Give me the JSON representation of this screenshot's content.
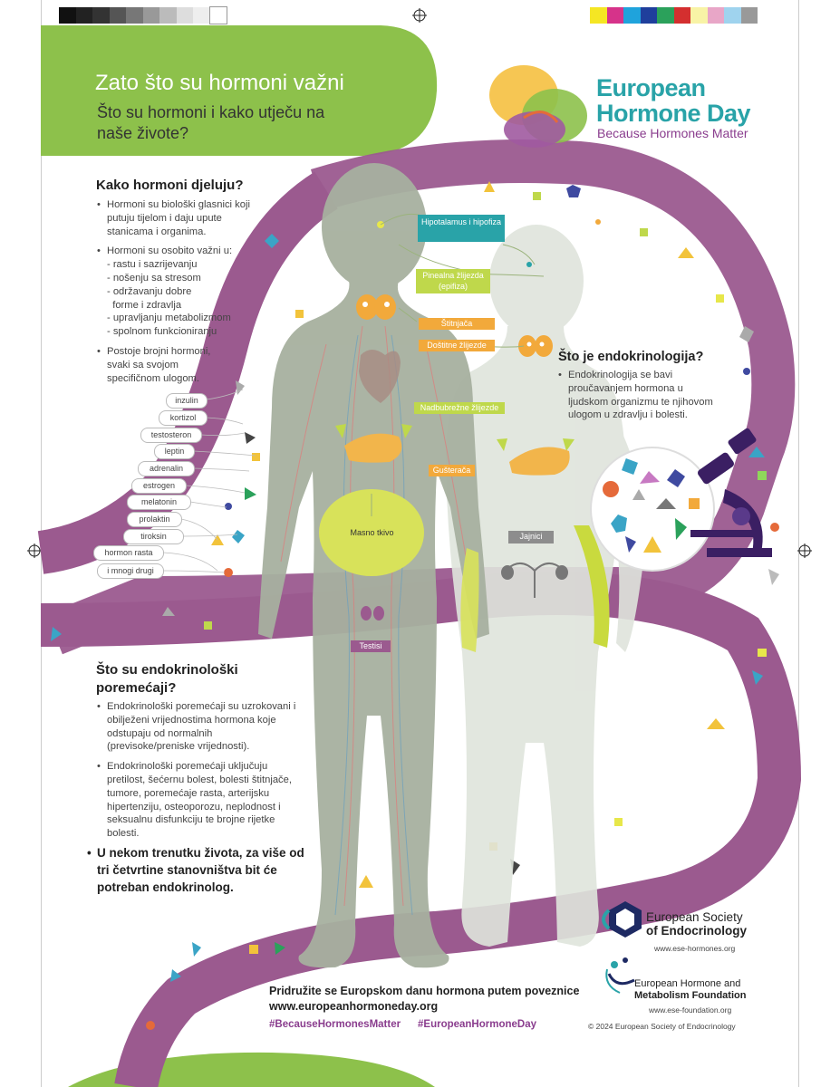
{
  "header": {
    "title": "Zato što su hormoni važni",
    "subtitle": "Što su hormoni i kako utječu na naše živote?"
  },
  "brand": {
    "name_line1": "European",
    "name_line2": "Hormone Day",
    "tagline": "Because Hormones Matter"
  },
  "how_hormones_work": {
    "heading": "Kako hormoni djeluju?",
    "bullet1": "Hormoni su biološki glasnici koji putuju tijelom i daju upute stanicama i organima.",
    "bullet2_intro": "Hormoni su osobito važni u:",
    "sub_items": [
      "- rastu i sazrijevanju",
      "- nošenju sa stresom",
      "- održavanju dobre",
      "  forme i zdravlja",
      "- upravljanju metabolizmom",
      "- spolnom funkcioniranju"
    ],
    "bullet3": "Postoje brojni hormoni, svaki sa svojom specifičnom ulogom."
  },
  "hormones_list": [
    "inzulin",
    "kortizol",
    "testosteron",
    "leptin",
    "adrenalin",
    "estrogen",
    "melatonin",
    "prolaktin",
    "tiroksin",
    "hormon rasta",
    "i mnogi drugi"
  ],
  "organs": {
    "hypothalamus": "Hipotalamus i hipofiza",
    "pineal": "Pinealna žlijezda (epifiza)",
    "thyroid": "Štitnjača",
    "parathyroid": "Doštitne žlijezde",
    "adrenal": "Nadbubrežne žlijezde",
    "pancreas": "Gušterača",
    "fat": "Masno tkivo",
    "ovaries": "Jajnici",
    "testes": "Testisi"
  },
  "endocrinology": {
    "heading": "Što je endokrinologija?",
    "text": "Endokrinologija se bavi proučavanjem hormona u ljudskom organizmu te njihovom ulogom u zdravlju i bolesti."
  },
  "disorders": {
    "heading_line1": "Što su endokrinološki",
    "heading_line2": "poremećaji?",
    "bullet1": "Endokrinološki poremećaji su uzrokovani i obilježeni vrijednostima hormona koje odstupaju od normalnih (previsoke/preniske vrijednosti).",
    "bullet2": "Endokrinološki poremećaji uključuju pretilost, šećernu bolest, bolesti štitnjače, tumore, poremećaje rasta, arterijsku hipertenziju, osteoporozu, neplodnost i seksualnu disfunkciju te brojne rijetke bolesti.",
    "note": "U nekom trenutku života, za više od tri četvrtine stanovništva bit će potreban endokrinolog."
  },
  "footer": {
    "join_text": "Pridružite se Europskom danu hormona putem poveznice",
    "website": "www.europeanhormoneday.org",
    "hashtag1": "#BecauseHormonesMatter",
    "hashtag2": "#EuropeanHormoneDay",
    "ese_line1": "European Society",
    "ese_line2": "of Endocrinology",
    "ese_url": "www.ese-hormones.org",
    "ehmf_line1": "European Hormone and",
    "ehmf_line2": "Metabolism Foundation",
    "ehmf_url": "www.ese-foundation.org",
    "copyright": "© 2024 European Society of Endocrinology"
  },
  "colors": {
    "green": "#8dc14b",
    "purple": "#9b5a8f",
    "teal": "#29a3a8",
    "orange": "#f2a93b",
    "body_grey": "#a7b09f"
  }
}
